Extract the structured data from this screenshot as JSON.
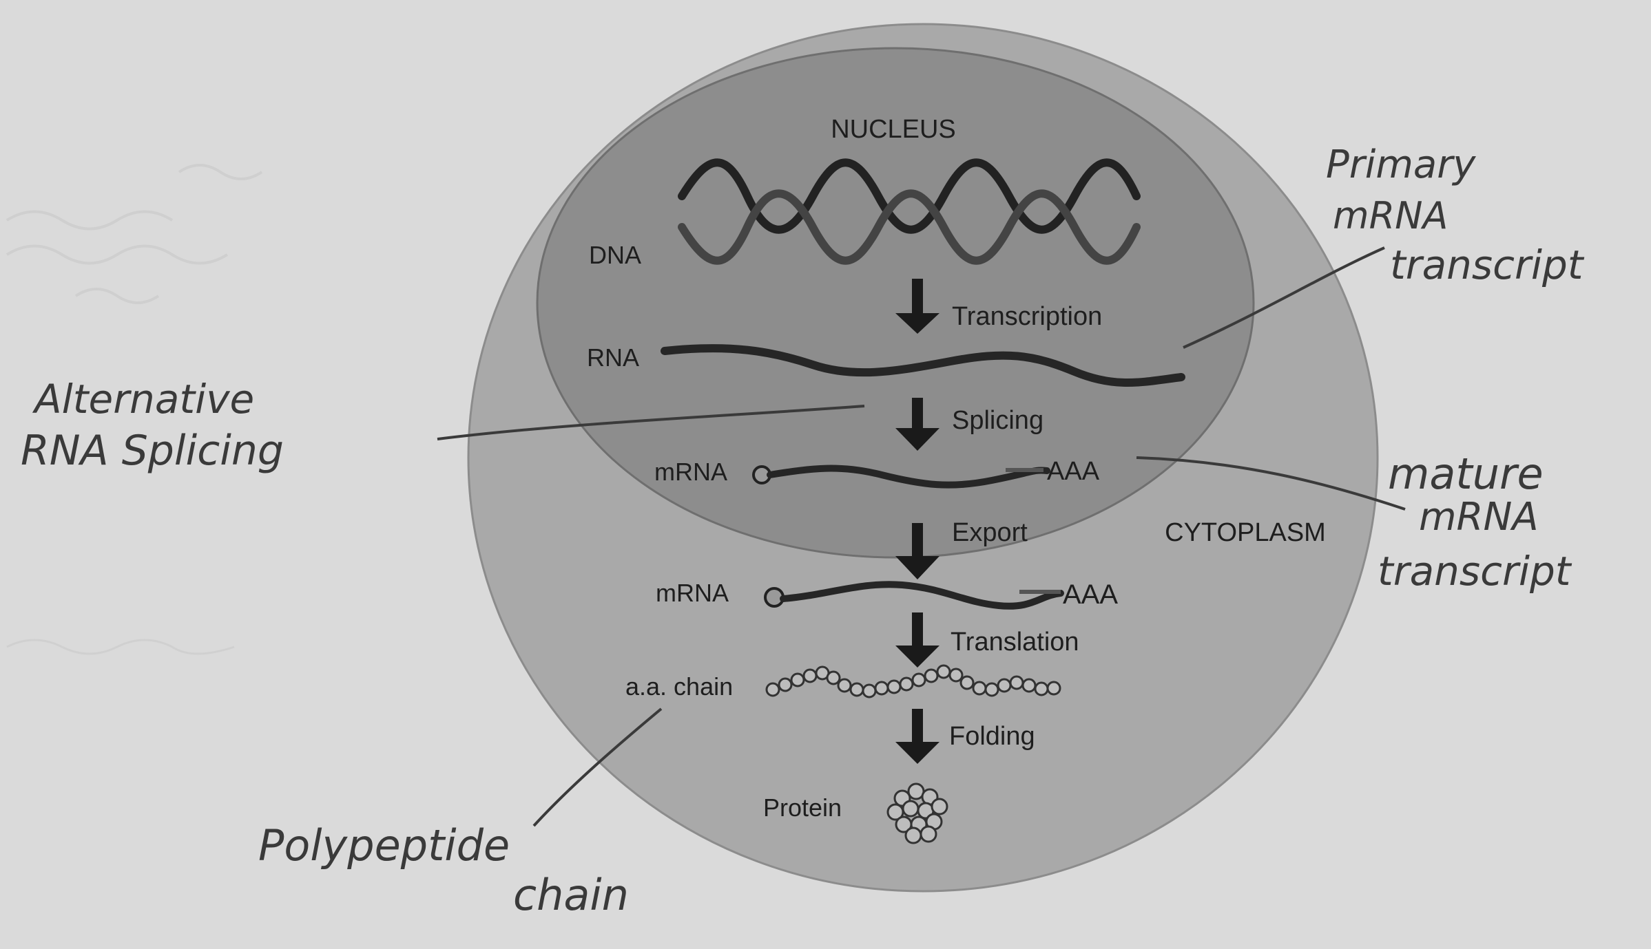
{
  "diagram": {
    "region_labels": {
      "nucleus": "NUCLEUS",
      "cytoplasm": "CYTOPLASM"
    },
    "molecule_labels": {
      "dna": "DNA",
      "rna": "RNA",
      "mrna_nucleus": "mRNA",
      "mrna_cytoplasm": "mRNA",
      "aa_chain": "a.a. chain",
      "protein": "Protein",
      "poly_a_nucleus": "AAA",
      "poly_a_cytoplasm": "AAA"
    },
    "steps": [
      {
        "label": "Transcription"
      },
      {
        "label": "Splicing"
      },
      {
        "label": "Export"
      },
      {
        "label": "Translation"
      },
      {
        "label": "Folding"
      }
    ],
    "annotations": {
      "primary": [
        "Primary",
        "mRNA",
        "transcript"
      ],
      "mature": [
        "mature",
        "mRNA",
        "transcript"
      ],
      "alternative": [
        "Alternative",
        "RNA Splicing"
      ],
      "polypeptide": [
        "Polypeptide",
        "chain"
      ]
    }
  }
}
